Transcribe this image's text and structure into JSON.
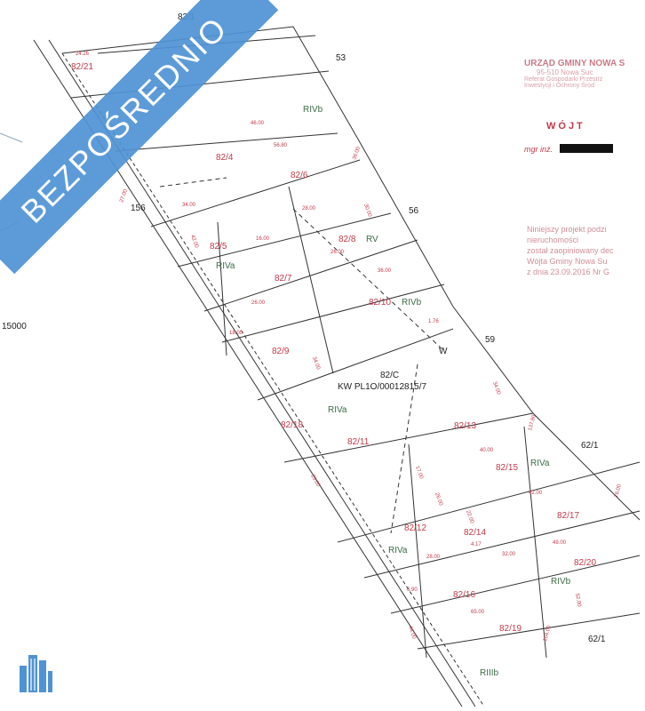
{
  "banner": {
    "text": "BEZPOŚREDNIO"
  },
  "stamp": {
    "office_title": "URZĄD GMINY NOWA S",
    "office_lines": [
      "95-510 Nowa Suc",
      "Referat Gospodarki Przestrz",
      "Inwestycji i Ochrony Środ"
    ],
    "official_title": "WÓJT",
    "official_name": "mgr inż.",
    "approval_lines": [
      "Niniejszy projekt podzi",
      "nieruchomości",
      "został zaopiniowany dec",
      "Wójta Gminy Nowa Su",
      "z dnia 23.09.2016 Nr G"
    ],
    "date_handwritten": "23.09.2016"
  },
  "parcels": {
    "p82_1_top": "82/1",
    "p82_21": "82/21",
    "p53": "53",
    "p82_4": "82/4",
    "p82_6": "82/6",
    "p56": "56",
    "p156": "156",
    "p82_5": "82/5",
    "p82_8": "82/8",
    "p82_7": "82/7",
    "p82_10": "82/10",
    "p82_9": "82/9",
    "p59": "59",
    "p82_c": "82/C",
    "kw": "KW PL1O/00012815/7",
    "p82_18": "82/18",
    "p82_11": "82/11",
    "p82_13": "82/13",
    "p62_1_right": "62/1",
    "p82_15": "82/15",
    "p82_12": "82/12",
    "p82_17": "82/17",
    "p82_14": "82/14",
    "p82_20": "82/20",
    "p82_16": "82/16",
    "p82_19": "82/19",
    "p62_1_bottom": "62/1",
    "p15000": "15000",
    "w": "W"
  },
  "soil": {
    "rivb_top": "RIVb",
    "rv": "RV",
    "riva_left": "RIVa",
    "rivb_mid": "RIVb",
    "riva_mid": "RIVa",
    "riva_right": "RIVa",
    "riva_low": "RIVa",
    "rivb_low": "RIVb",
    "riiib": "RIIIb"
  },
  "dimensions": [
    "24.26",
    "27.00",
    "34.00",
    "56.80",
    "46.00",
    "42.00",
    "26.00",
    "34.00",
    "16.00",
    "18.00",
    "28.00",
    "26.00",
    "36.00",
    "30.00",
    "36.00",
    "23.00",
    "17.00",
    "26.00",
    "40.00",
    "34.00",
    "49.00",
    "42.00",
    "28.00",
    "22.00",
    "32.00",
    "52.00",
    "65.00",
    "44.00",
    "137.80",
    "104.00",
    "76.00",
    "1.76",
    "4.17",
    "6.90"
  ],
  "colors": {
    "banner": "#4f93d5",
    "parcel_label": "#c0394a",
    "soil_label": "#3b6b45",
    "line": "#333333",
    "stamp": "#d7a0a8",
    "logo": "#4f93d5"
  },
  "logo": {
    "icon": "building-logo-icon"
  }
}
